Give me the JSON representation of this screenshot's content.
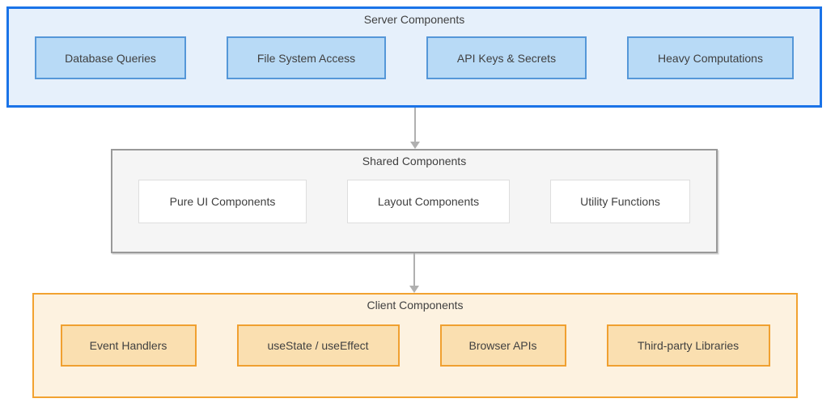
{
  "diagram": {
    "sections": [
      {
        "id": "server",
        "title": "Server Components",
        "items": [
          "Database Queries",
          "File System Access",
          "API Keys & Secrets",
          "Heavy Computations"
        ],
        "colors": {
          "fill": "#e6f0fb",
          "border": "#1a73e8",
          "item_fill": "#b8daf6",
          "item_border": "#5597d8"
        }
      },
      {
        "id": "shared",
        "title": "Shared Components",
        "items": [
          "Pure UI Components",
          "Layout Components",
          "Utility Functions"
        ],
        "colors": {
          "fill": "#f5f5f5",
          "border": "#999999",
          "item_fill": "#ffffff",
          "item_border": "#dedede"
        }
      },
      {
        "id": "client",
        "title": "Client Components",
        "items": [
          "Event Handlers",
          "useState / useEffect",
          "Browser APIs",
          "Third-party Libraries"
        ],
        "colors": {
          "fill": "#fdf2e0",
          "border": "#f2a230",
          "item_fill": "#fadfb0",
          "item_border": "#f0a030"
        }
      }
    ],
    "arrows": [
      {
        "from": "server",
        "to": "shared",
        "color": "#b0b0b0"
      },
      {
        "from": "shared",
        "to": "client",
        "color": "#b0b0b0"
      }
    ],
    "text_color": "#404040"
  }
}
